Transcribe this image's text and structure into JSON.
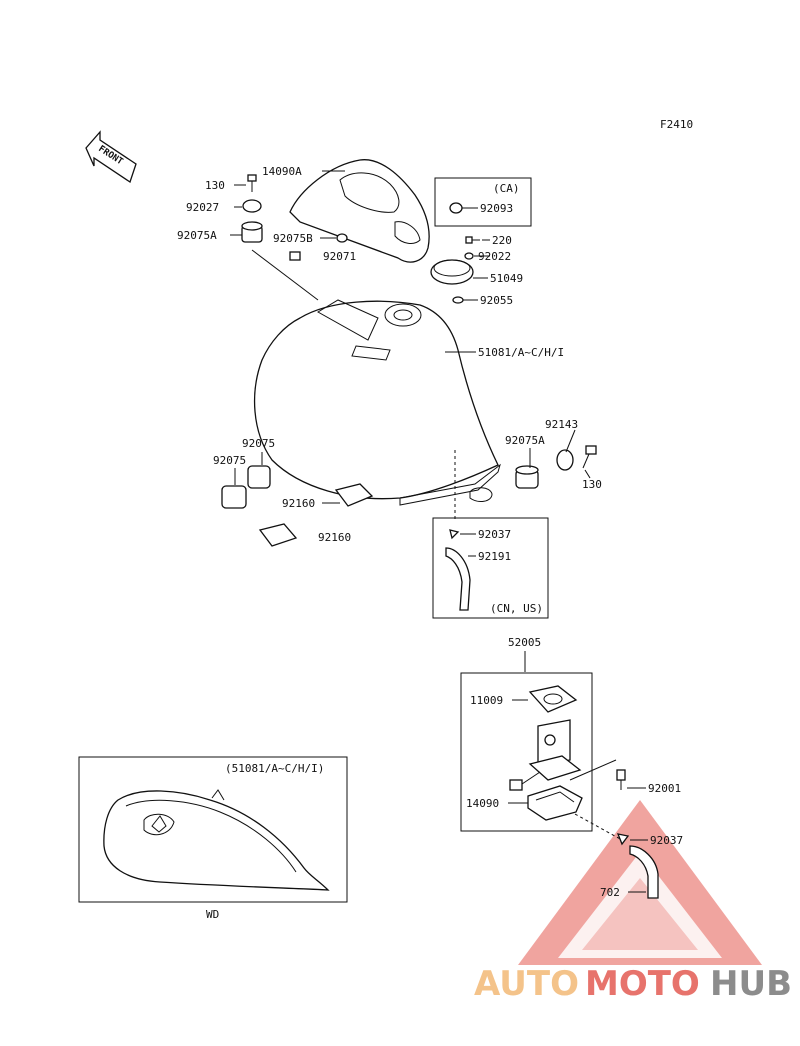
{
  "figure_code": "F2410",
  "front_label": "FRONT",
  "labels": {
    "p130a": "130",
    "p14090A": "14090A",
    "p92027": "92027",
    "p92075A_l": "92075A",
    "p92075B": "92075B",
    "p92071": "92071",
    "p92093": "92093",
    "p220": "220",
    "p92022": "92022",
    "p51049": "51049",
    "p92055": "92055",
    "p51081": "51081/A~C/H/I",
    "p92143": "92143",
    "p92075A_r": "92075A",
    "p130b": "130",
    "p92075_a": "92075",
    "p92075_b": "92075",
    "p92160_a": "92160",
    "p92160_b": "92160",
    "p92037_a": "92037",
    "p92191": "92191",
    "p52005": "52005",
    "p11009": "11009",
    "p92001": "92001",
    "p14090": "14090",
    "p92037_b": "92037",
    "p702": "702"
  },
  "boxes": {
    "ca": "(CA)",
    "cn_us": "(CN, US)",
    "inset_title": "(51081/A~C/H/I)",
    "inset_caption": "WD"
  },
  "watermark": {
    "part1": "AUTO",
    "part2": "MOTO",
    "part3": "HUB",
    "color1": "#f4c38a",
    "color2": "#e7736c",
    "color3": "#8c8c8c"
  }
}
